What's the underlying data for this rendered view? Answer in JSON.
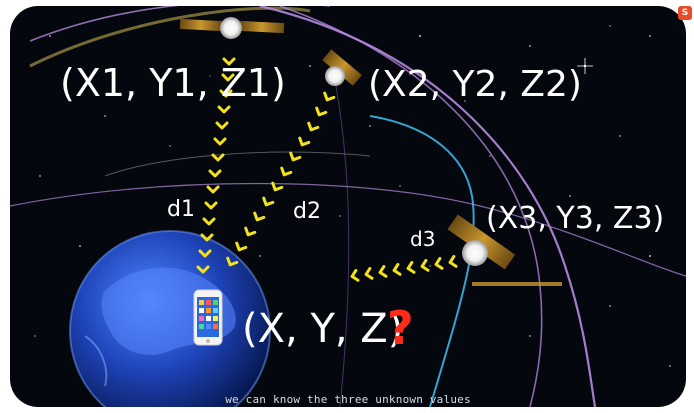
{
  "labels": {
    "sat1": "(X1, Y1, Z1)",
    "sat2": "(X2, Y2, Z2)",
    "sat3": "(X3, Y3, Z3)",
    "d1": "d1",
    "d2": "d2",
    "d3": "d3",
    "receiver": "(X, Y, Z)",
    "question": "?"
  },
  "subtitle": "we can know the three unknown values",
  "logo": "S",
  "colors": {
    "space": "#04070d",
    "chevron": "#f2e21a",
    "question": "#ff2a1a",
    "orbit_purple": "#b58ae0",
    "orbit_blue": "#3bb6e8",
    "orbit_olive": "#8a7a3a"
  }
}
